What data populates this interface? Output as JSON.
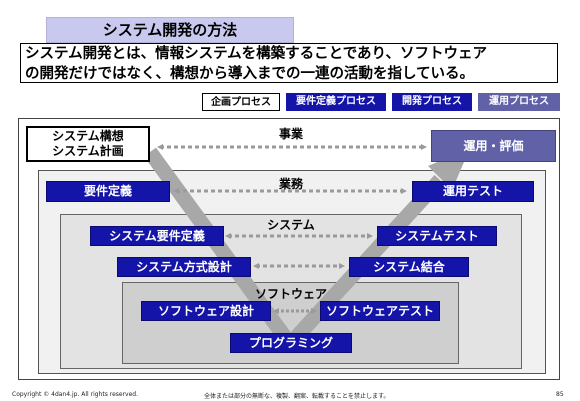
{
  "title": "システム開発の方法",
  "description": {
    "line1": "システム開発とは、情報システムを構築することであり、ソフトウェア",
    "line2": "の開発だけではなく、構想から導入までの一連の活動を指している。"
  },
  "legend": {
    "plan": "企画プロセス",
    "requirements": "要件定義プロセス",
    "development": "開発プロセス",
    "operation": "運用プロセス"
  },
  "levels": {
    "business": "事業",
    "work": "業務",
    "system": "システム",
    "software": "ソフトウェア"
  },
  "left_boxes": {
    "plan_line1": "システム構想",
    "plan_line2": "システム計画",
    "requirements": "要件定義",
    "system_requirements": "システム要件定義",
    "system_architecture": "システム方式設計",
    "software_design": "ソフトウェア設計"
  },
  "right_boxes": {
    "operation_evaluation": "運用・評価",
    "operation_test": "運用テスト",
    "system_test": "システムテスト",
    "system_integration": "システム結合",
    "software_test": "ソフトウェアテスト"
  },
  "bottom_box": "プログラミング",
  "colors": {
    "navy": "#1414a8",
    "operation": "#6161a8",
    "title_bg": "#c9c9ef",
    "arrow": "#9a9a9a"
  },
  "footer": {
    "copyright": "Copyright © 4dan4.jp. All rights reserved.",
    "notice": "全体または部分の無断な、複製、翻案、転載することを禁止します。",
    "page": "85"
  }
}
